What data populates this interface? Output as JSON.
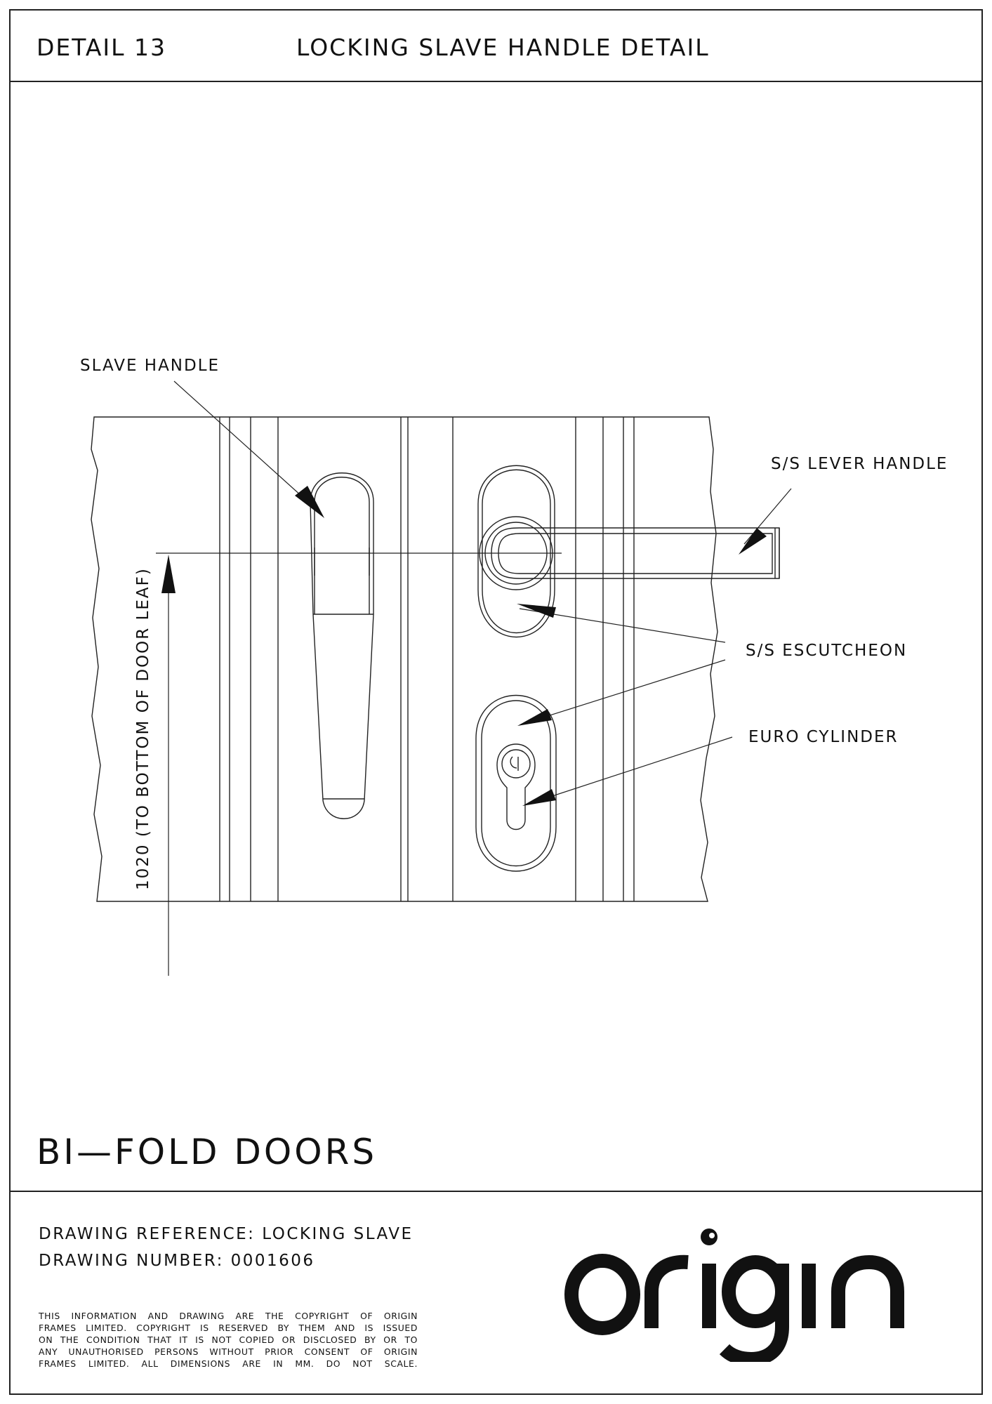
{
  "header": {
    "detail_number": "DETAIL 13",
    "detail_title": "LOCKING SLAVE HANDLE DETAIL"
  },
  "drawing": {
    "labels": {
      "slave_handle": "SLAVE HANDLE",
      "lever_handle": "S/S LEVER HANDLE",
      "escutcheon": "S/S ESCUTCHEON",
      "euro_cylinder": "EURO CYLINDER"
    },
    "dimension": "1020 (TO BOTTOM OF DOOR LEAF)"
  },
  "product_title": "BI—FOLD DOORS",
  "footer": {
    "drawing_reference": "DRAWING REFERENCE: LOCKING SLAVE",
    "drawing_number": "DRAWING NUMBER: 0001606",
    "copyright_lines": [
      "THIS INFORMATION AND DRAWING ARE THE COPYRIGHT OF ORIGIN",
      "FRAMES LIMITED. COPYRIGHT IS RESERVED BY THEM AND IS ISSUED",
      "ON THE CONDITION THAT IT IS NOT COPIED OR DISCLOSED BY OR TO",
      "ANY UNAUTHORISED PERSONS WITHOUT PRIOR CONSENT OF ORIGIN",
      "FRAMES LIMITED. ALL DIMENSIONS ARE IN MM. DO NOT SCALE."
    ],
    "logo_text": "origin"
  }
}
